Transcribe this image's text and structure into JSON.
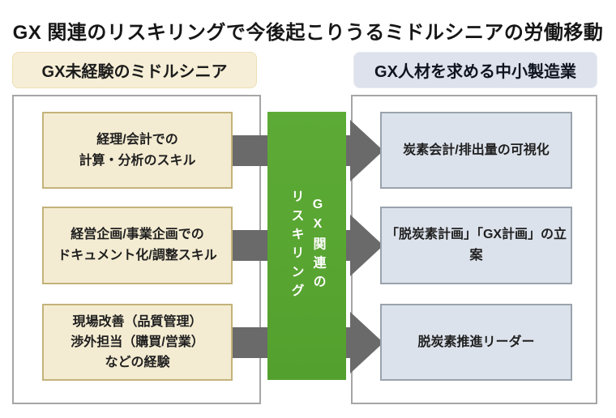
{
  "title": "GX 関連のリスキリングで今後起こりうるミドルシニアの労働移動",
  "left_panel": {
    "header": "GX未経験のミドルシニア",
    "boxes": [
      {
        "label": "経理/会計での\n計算・分析のスキル"
      },
      {
        "label": "経営企画/事業企画での\nドキュメント化/調整スキル"
      },
      {
        "label": "現場改善（品質管理）\n渉外担当（購買/営業）\nなどの経験"
      }
    ]
  },
  "center": {
    "label": "GX関連の\nリスキリング"
  },
  "right_panel": {
    "header": "GX人材を求める中小製造業",
    "boxes": [
      {
        "label": "炭素会計/排出量の可視化"
      },
      {
        "label": "「脱炭素計画」「GX計画」の立案"
      },
      {
        "label": "脱炭素推進リーダー"
      }
    ]
  },
  "colors": {
    "green": "#58a531",
    "arrow_gray": "#6a6a6a",
    "cream_fill": "#f4ecd2",
    "cream_border": "#c3b27a",
    "blue_fill": "#dce2eb",
    "blue_border": "#99a3ad",
    "header_cream": "#f6eed6",
    "header_blue": "#dde2ec",
    "container_border": "#a6a6a6",
    "title_text": "#161616",
    "center_text": "#ffffff"
  }
}
